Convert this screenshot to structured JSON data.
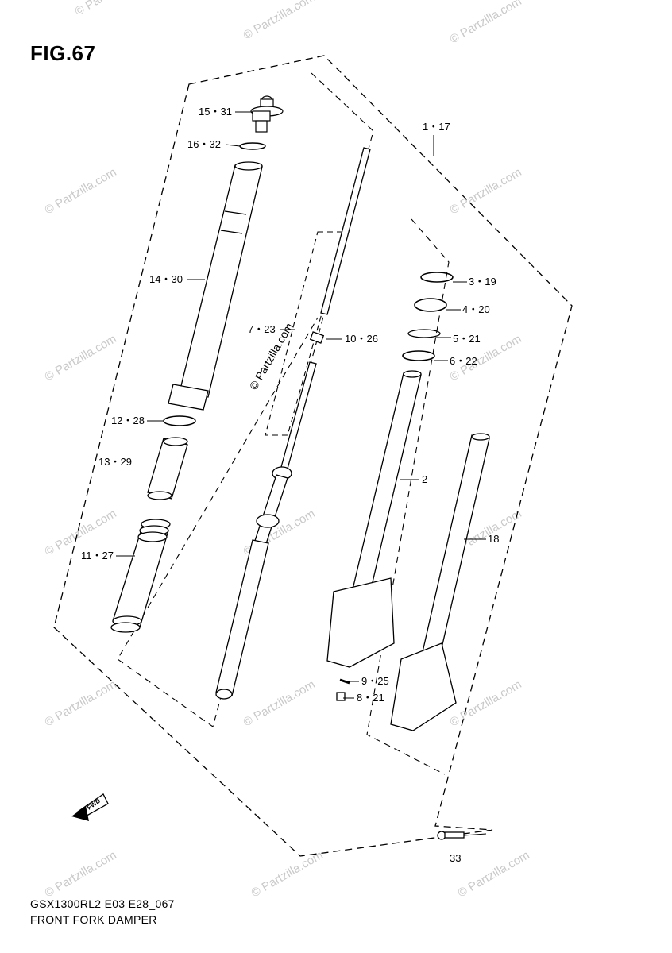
{
  "figure": {
    "title": "FIG.67",
    "model_code": "GSX1300RL2 E03 E28_067",
    "assembly_name": "FRONT FORK DAMPER"
  },
  "watermark": "© Partzilla.com",
  "callouts": [
    {
      "id": "c15",
      "text": "15・31"
    },
    {
      "id": "c16",
      "text": "16・32"
    },
    {
      "id": "c14",
      "text": "14・30"
    },
    {
      "id": "c12",
      "text": "12・28"
    },
    {
      "id": "c13",
      "text": "13・29"
    },
    {
      "id": "c11",
      "text": "11・27"
    },
    {
      "id": "c7",
      "text": "7・23"
    },
    {
      "id": "c10",
      "text": "10・26"
    },
    {
      "id": "c1",
      "text": "1・17"
    },
    {
      "id": "c3",
      "text": "3・19"
    },
    {
      "id": "c4",
      "text": "4・20"
    },
    {
      "id": "c5",
      "text": "5・21"
    },
    {
      "id": "c6",
      "text": "6・22"
    },
    {
      "id": "c2",
      "text": "2"
    },
    {
      "id": "c18",
      "text": "18"
    },
    {
      "id": "c9",
      "text": "9・25"
    },
    {
      "id": "c8",
      "text": "8・21"
    },
    {
      "id": "c33",
      "text": "33"
    }
  ],
  "direction_marker": "FWD"
}
